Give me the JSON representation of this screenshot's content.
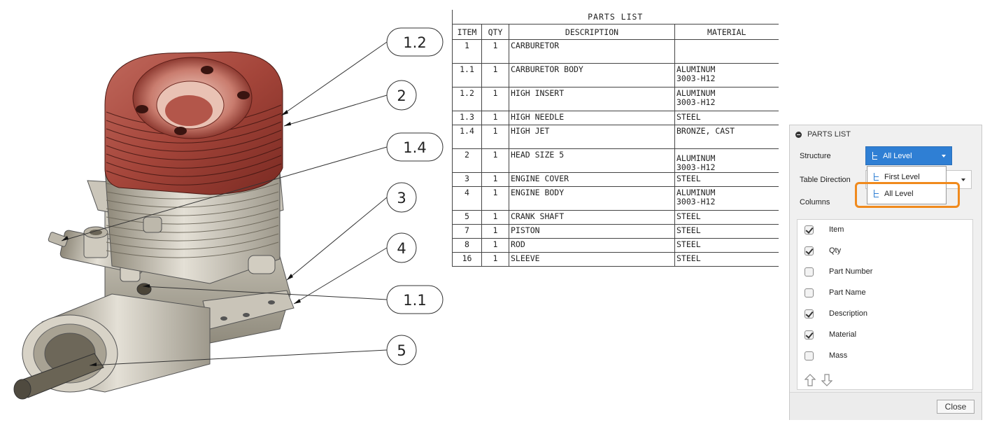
{
  "drawing": {
    "balloons": [
      "1.2",
      "2",
      "1.4",
      "3",
      "4",
      "1.1",
      "5"
    ]
  },
  "parts_list": {
    "title": "PARTS LIST",
    "headers": [
      "ITEM",
      "QTY",
      "DESCRIPTION",
      "MATERIAL"
    ],
    "rows": [
      {
        "item": "1",
        "qty": "1",
        "description": "CARBURETOR",
        "material": [
          "",
          ""
        ]
      },
      {
        "item": "1.1",
        "qty": "1",
        "description": "CARBURETOR BODY",
        "material": [
          "ALUMINUM",
          "3003-H12"
        ]
      },
      {
        "item": "1.2",
        "qty": "1",
        "description": "HIGH INSERT",
        "material": [
          "ALUMINUM",
          "3003-H12"
        ]
      },
      {
        "item": "1.3",
        "qty": "1",
        "description": "HIGH NEEDLE",
        "material": [
          "STEEL",
          ""
        ]
      },
      {
        "item": "1.4",
        "qty": "1",
        "description": "HIGH JET",
        "material": [
          "BRONZE, CAST",
          ""
        ]
      },
      {
        "item": "2",
        "qty": "1",
        "description": "HEAD SIZE 5",
        "material": [
          "ALUMINUM",
          "3003-H12"
        ]
      },
      {
        "item": "3",
        "qty": "1",
        "description": "ENGINE COVER",
        "material": [
          "STEEL",
          ""
        ]
      },
      {
        "item": "4",
        "qty": "1",
        "description": "ENGINE BODY",
        "material": [
          "ALUMINUM",
          "3003-H12"
        ]
      },
      {
        "item": "5",
        "qty": "1",
        "description": "CRANK SHAFT",
        "material": [
          "STEEL",
          ""
        ]
      },
      {
        "item": "7",
        "qty": "1",
        "description": "PISTON",
        "material": [
          "STEEL",
          ""
        ]
      },
      {
        "item": "8",
        "qty": "1",
        "description": "ROD",
        "material": [
          "STEEL",
          ""
        ]
      },
      {
        "item": "16",
        "qty": "1",
        "description": "SLEEVE",
        "material": [
          "STEEL",
          ""
        ]
      }
    ]
  },
  "dialog": {
    "title": "PARTS LIST",
    "structure_label": "Structure",
    "structure_value": "All Level",
    "table_direction_label": "Table Direction",
    "columns_label": "Columns",
    "dropdown_options": [
      "First Level",
      "All Level"
    ],
    "columns": [
      {
        "label": "Item",
        "checked": true
      },
      {
        "label": "Qty",
        "checked": true
      },
      {
        "label": "Part Number",
        "checked": false
      },
      {
        "label": "Part Name",
        "checked": false
      },
      {
        "label": "Description",
        "checked": true
      },
      {
        "label": "Material",
        "checked": true
      },
      {
        "label": "Mass",
        "checked": false
      }
    ],
    "close_label": "Close"
  },
  "colors": {
    "accent": "#2f7fd4",
    "highlight": "#f08a1d",
    "head": "#9b3a30"
  }
}
